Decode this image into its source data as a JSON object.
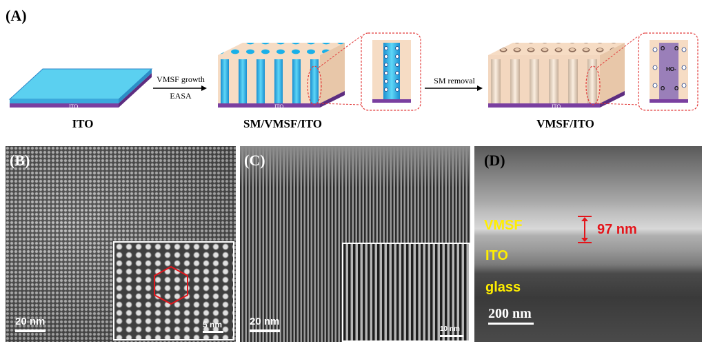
{
  "panelA": {
    "letter": "(A)",
    "substrate_text": "ITO",
    "label_ito": "ITO",
    "arrow1_top": "VMSF growth",
    "arrow1_bottom": "EASA",
    "label_sm": "SM/VMSF/ITO",
    "arrow2_top": "SM removal",
    "label_vmsf": "VMSF/ITO",
    "inset_labels": [
      "O",
      "O",
      "HO-",
      "O",
      "O"
    ],
    "colors": {
      "ito_top": "#5bd0f0",
      "ito_side": "#3aa9dd",
      "ito_base": "#7a3fa0",
      "film": "#f6dcc4",
      "pore_blue": "#1ab0e8",
      "inset_border": "#e23b3b"
    }
  },
  "panelB": {
    "letter": "(B)",
    "scale_main": "20 nm",
    "scale_inset": "5 nm"
  },
  "panelC": {
    "letter": "(C)",
    "scale_main": "20 nm",
    "scale_inset": "10 nm"
  },
  "panelD": {
    "letter": "(D)",
    "layer_vmsf": "VMSF",
    "layer_ito": "ITO",
    "layer_glass": "glass",
    "thickness": "97 nm",
    "scale": "200 nm",
    "colors": {
      "layer_label": "#ffee00",
      "thickness": "#e4151b"
    }
  }
}
